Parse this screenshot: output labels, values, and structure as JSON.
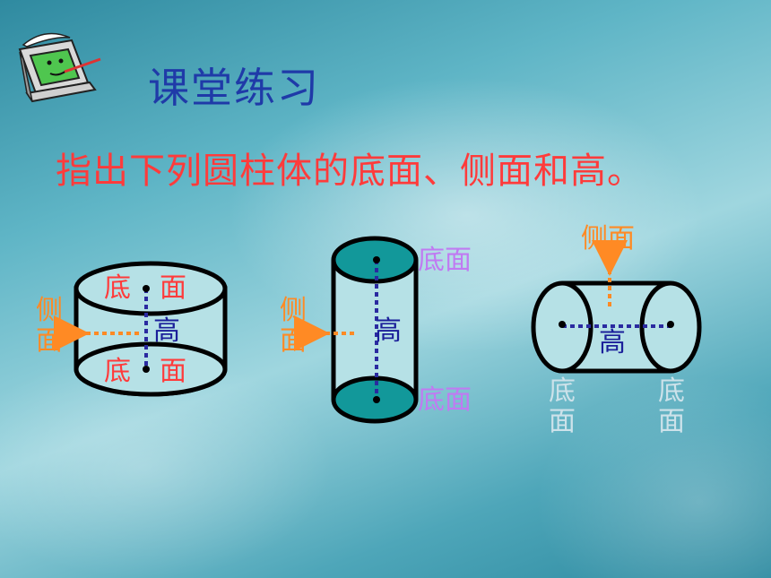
{
  "slide": {
    "title": "课堂练习",
    "instruction": "指出下列圆柱体的底面、侧面和高。",
    "icon": "computer-mascot-icon",
    "colors": {
      "title": "#1f3aa8",
      "instruction": "#ff3b3b",
      "side_label": "#ff8a24",
      "height_label": "#1b1f9a",
      "teal_fill": "#12989a",
      "cylinder_fill": "#b6e1e6"
    }
  },
  "cylinder_1": {
    "top_base_a": "底",
    "top_base_b": "面",
    "bottom_base_a": "底",
    "bottom_base_b": "面",
    "height": "高",
    "side_a": "侧",
    "side_b": "面"
  },
  "cylinder_2": {
    "top_base": "底面",
    "bottom_base": "底面",
    "height": "高",
    "side_a": "侧",
    "side_b": "面"
  },
  "cylinder_3": {
    "side": "侧面",
    "height": "高",
    "left_base_a": "底",
    "left_base_b": "面",
    "right_base_a": "底",
    "right_base_b": "面"
  }
}
